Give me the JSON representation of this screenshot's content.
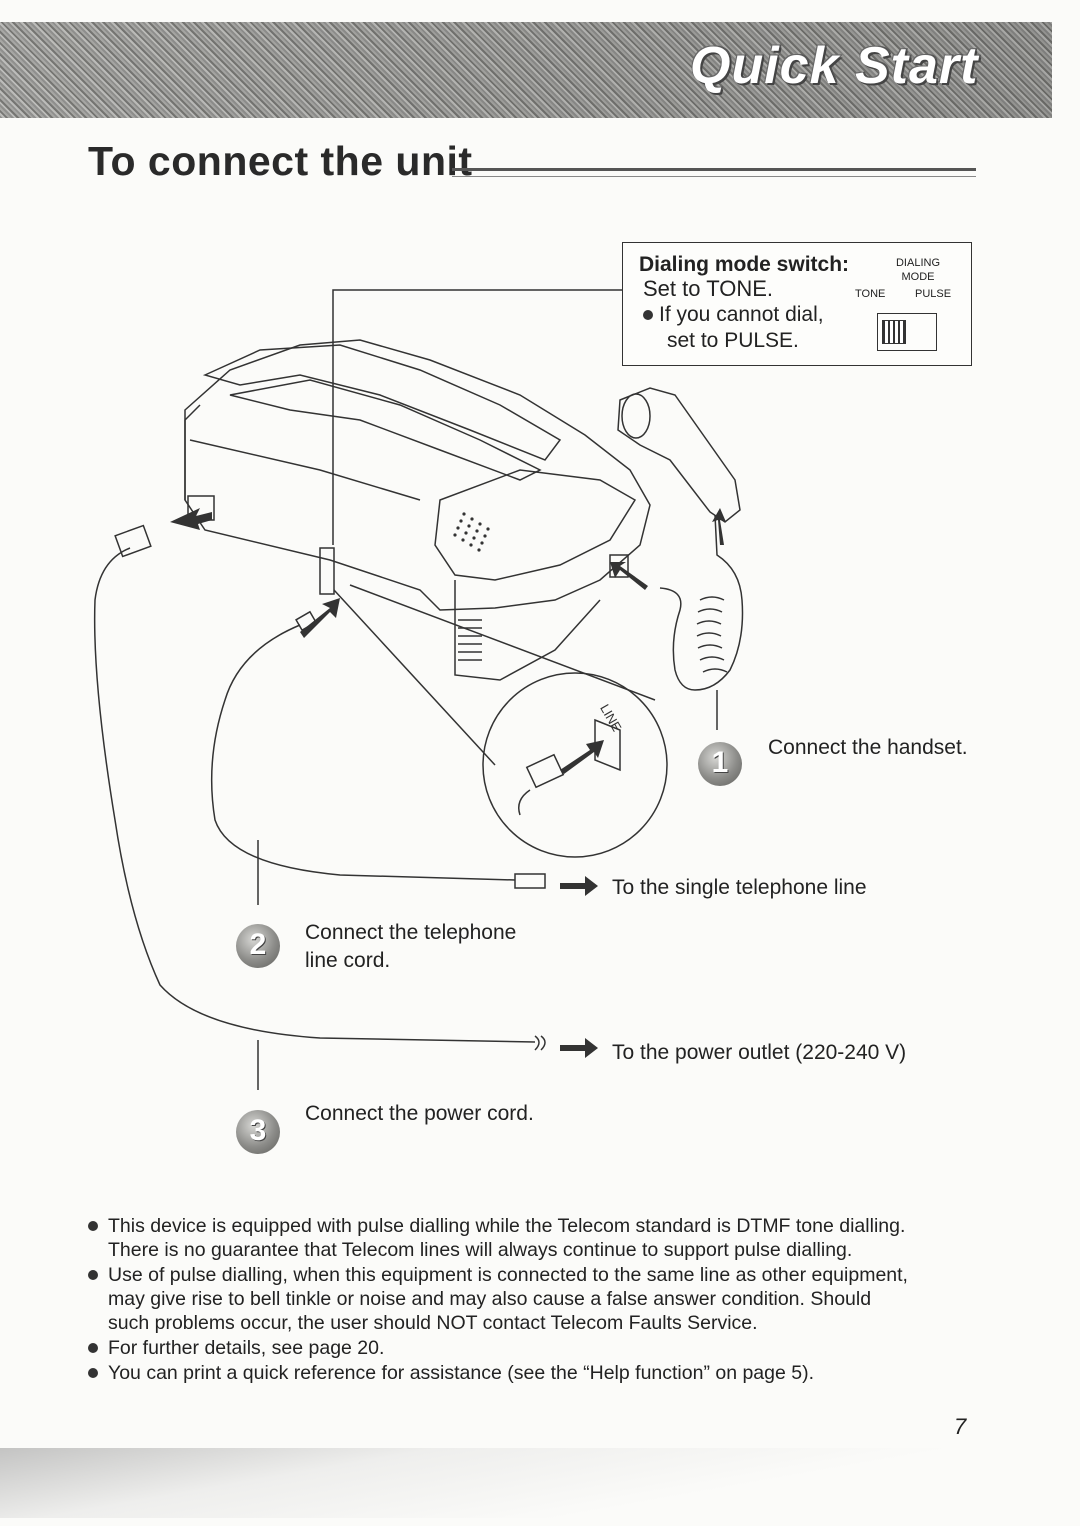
{
  "banner": {
    "title": "Quick Start"
  },
  "heading": "To connect the unit",
  "dialing_switch": {
    "title": "Dialing mode switch:",
    "line1": "Set to TONE.",
    "line2": "If you cannot dial,",
    "line3": "set to PULSE.",
    "graphic_dialing": "DIALING",
    "graphic_mode": "MODE",
    "graphic_tone": "TONE",
    "graphic_pulse": "PULSE"
  },
  "diagram_labels": {
    "line_jack": "LINE"
  },
  "steps": [
    {
      "number": "1",
      "text": "Connect the handset."
    },
    {
      "number": "2",
      "text_line1": "Connect the telephone",
      "text_line2": "line cord."
    },
    {
      "number": "3",
      "text": "Connect the power cord."
    }
  ],
  "destinations": {
    "telephone_line": "To the single telephone line",
    "power_outlet": "To the power outlet (220-240 V)"
  },
  "notes": [
    {
      "line1": "This device is equipped with pulse dialling while the Telecom standard is DTMF tone dialling.",
      "line2": "There is no guarantee that Telecom lines will always continue to support pulse dialling."
    },
    {
      "line1": "Use of pulse dialling, when this equipment is connected to the same line as other equipment,",
      "line2": "may give rise to bell tinkle or noise and may also cause a false answer condition. Should",
      "line3": "such problems occur, the user should NOT contact Telecom Faults Service."
    },
    {
      "line1": "For further details, see page 20."
    },
    {
      "line1": "You can print a quick reference for assistance (see the “Help function” on page 5)."
    }
  ],
  "page_number": "7"
}
